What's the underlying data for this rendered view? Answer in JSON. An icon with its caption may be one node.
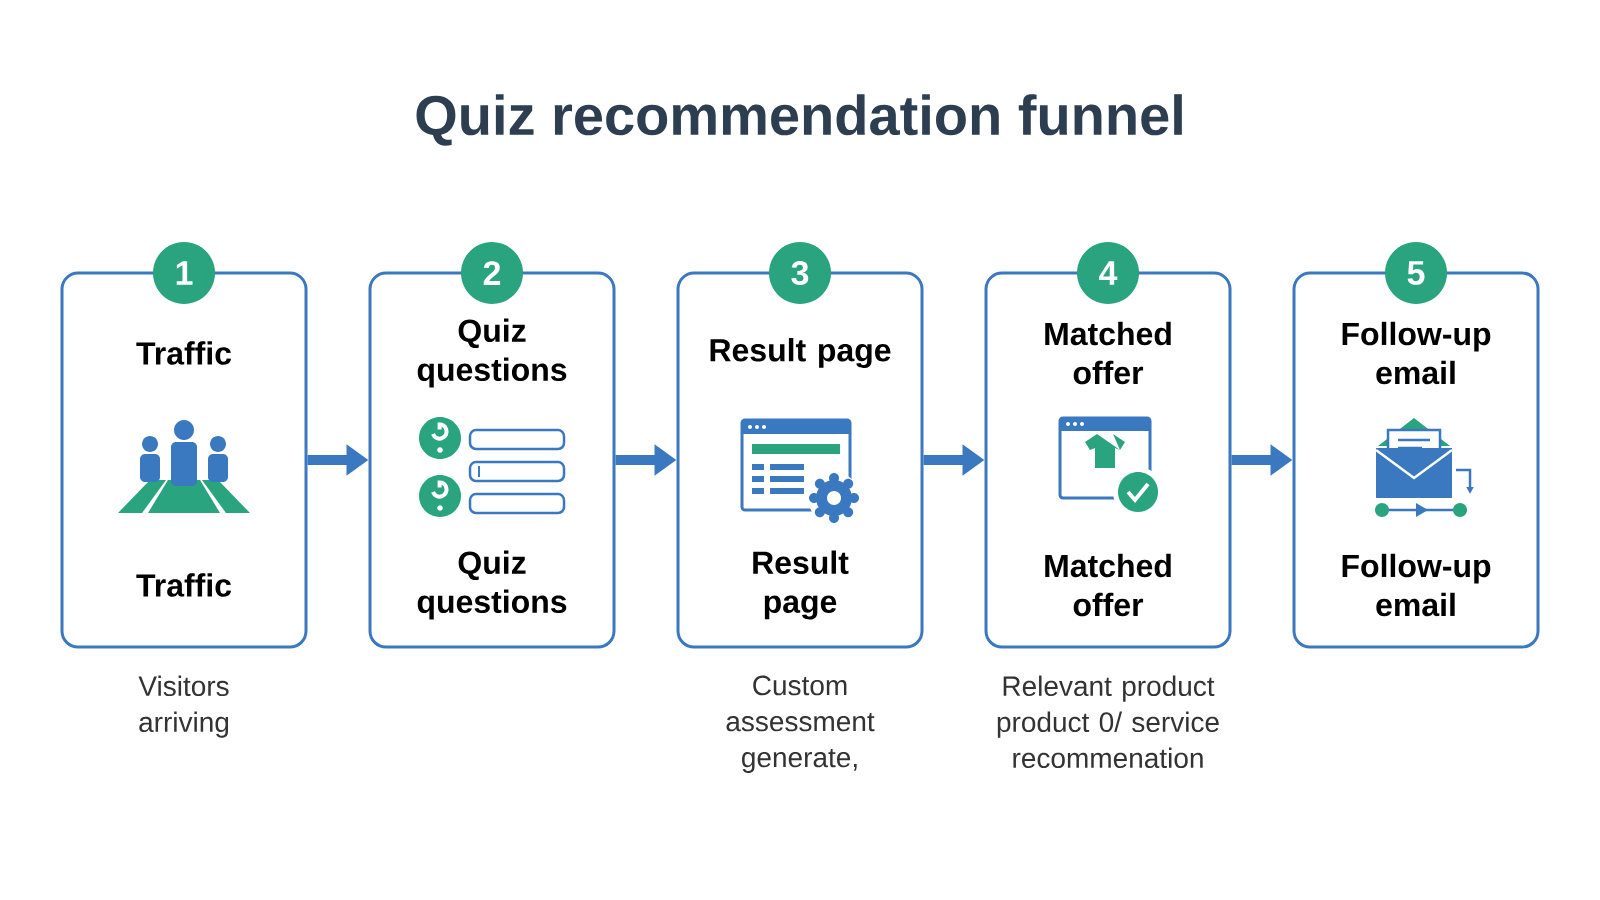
{
  "diagram": {
    "title": "Quiz recommendation funnel",
    "nodes": [
      {
        "text": [
          "1",
          "Traffic",
          "Traffic"
        ],
        "beside": [
          "Visitors arriving"
        ]
      },
      {
        "text": [
          "2",
          "Quiz questions",
          "Quiz questions"
        ]
      },
      {
        "text": [
          "3",
          "Result page",
          "Result page"
        ],
        "beside": [
          "Custom assessment generate,"
        ]
      },
      {
        "text": [
          "4",
          "Matched offer",
          "Matched offer"
        ],
        "beside": [
          "Relevant product product 0/ service recommenation"
        ]
      },
      {
        "text": [
          "5",
          "Follow-up email",
          "Follow-up email"
        ]
      }
    ],
    "edges": [
      {
        "from": 0,
        "to": 1,
        "arrow": "to"
      },
      {
        "from": 1,
        "to": 2,
        "arrow": "to"
      },
      {
        "from": 2,
        "to": 3,
        "arrow": "to"
      },
      {
        "from": 3,
        "to": 4,
        "arrow": "to"
      }
    ]
  }
}
